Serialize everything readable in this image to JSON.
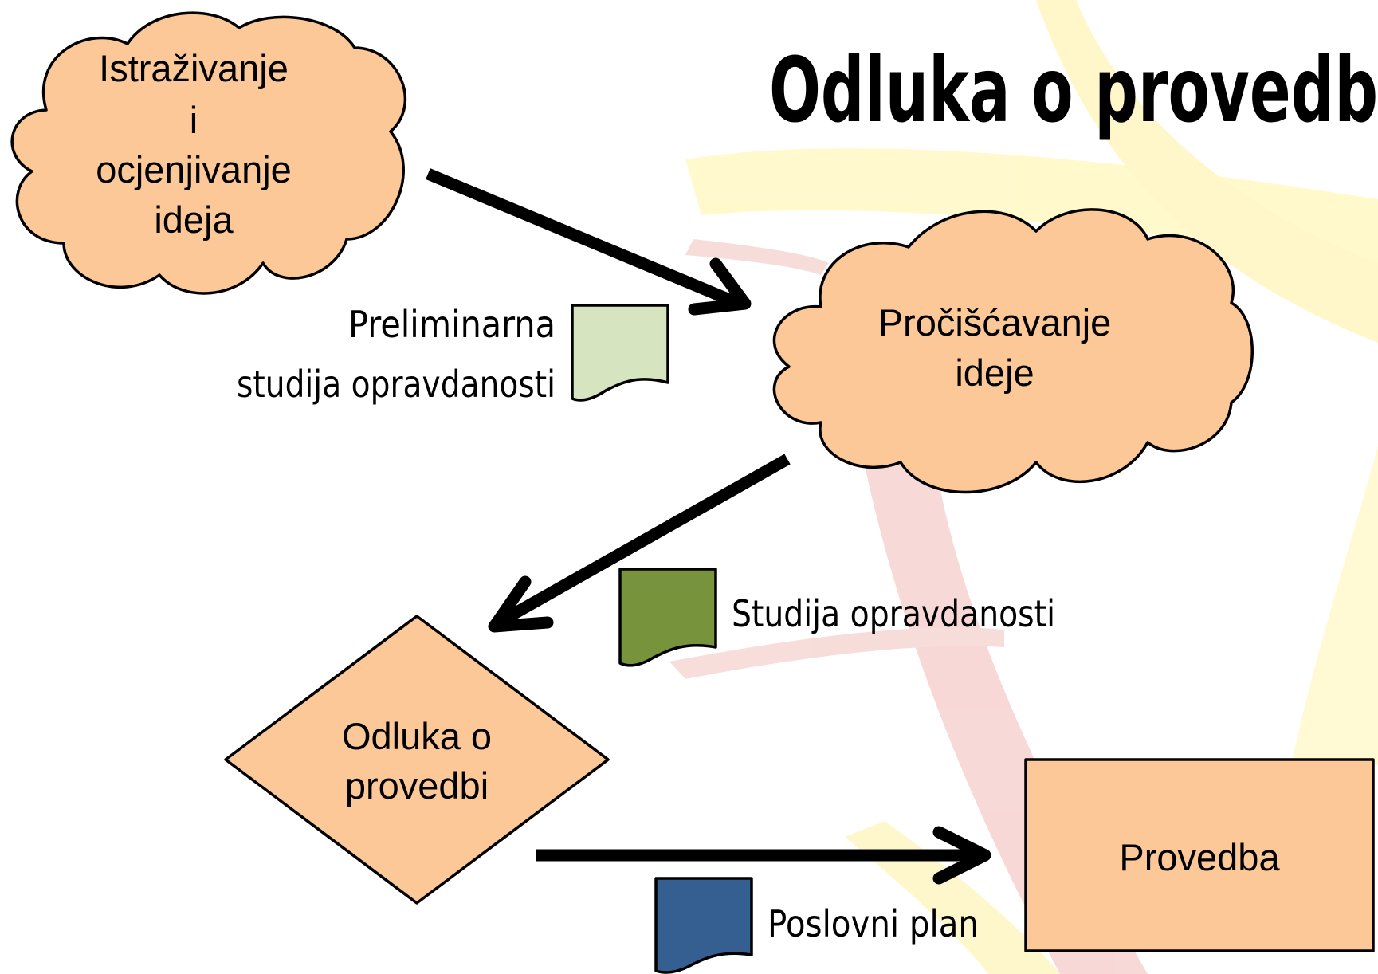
{
  "title": "Odluka o provedb",
  "nodes": {
    "research": {
      "lines": [
        "Istraživanje",
        "i",
        "ocjenjivanje",
        "ideja"
      ]
    },
    "refinement": {
      "lines": [
        "Pročišćavanje",
        "ideje"
      ]
    },
    "decision": {
      "lines": [
        "Odluka o",
        "provedbi"
      ]
    },
    "implementation": {
      "lines": [
        "Provedba"
      ]
    }
  },
  "documents": {
    "preliminary": {
      "lines": [
        "Preliminarna",
        "studija opravdanosti"
      ]
    },
    "feasibility": {
      "lines": [
        "Studija opravdanosti"
      ]
    },
    "business_plan": {
      "lines": [
        "Poslovni plan"
      ]
    }
  },
  "colors": {
    "shape_fill": "#fcc897",
    "preliminary_doc": "#d6e4bf",
    "feasibility_doc": "#77933c",
    "business_plan_doc": "#355e91",
    "bg_yellow": "#fff7b8",
    "bg_red": "#f3c6c3",
    "bg_orange": "#fce0b0"
  }
}
